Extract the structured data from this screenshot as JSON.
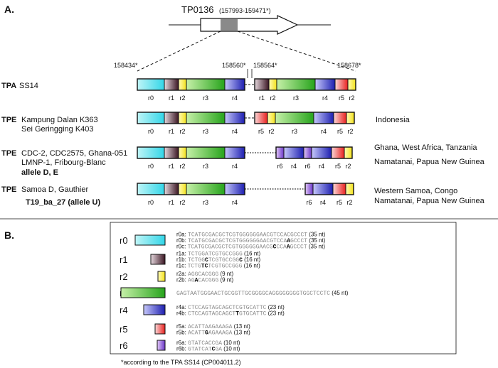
{
  "panel_a": {
    "label": "A.",
    "gene": {
      "name": "TP0136",
      "coords": "(157993-159471*)"
    },
    "positions": [
      "158434*",
      "158560*",
      "158564*",
      "158678*"
    ],
    "rows": [
      {
        "prefix": "TPA",
        "strains": "SS14",
        "strains2": "",
        "strains3": "",
        "bold_line": "",
        "locations": [],
        "labels": [
          "r0",
          "r1",
          "r2",
          "r3",
          "r4",
          "r1",
          "r2",
          "r3",
          "r4",
          "r5",
          "r2"
        ]
      },
      {
        "prefix": "TPE",
        "strains": "Kampung Dalan K363",
        "strains2": "Sei Geringging K403",
        "strains3": "",
        "bold_line": "",
        "locations": [
          "Indonesia"
        ],
        "labels": [
          "r0",
          "r1",
          "r2",
          "r3",
          "r4",
          "r5",
          "r2",
          "r3",
          "r4",
          "r5",
          "r2"
        ]
      },
      {
        "prefix": "TPE",
        "strains": "CDC-2, CDC2575, Ghana-051",
        "strains2": "LMNP-1, Fribourg-Blanc",
        "strains3": "",
        "bold_line": "allele D, E",
        "locations": [
          "Ghana, West Africa, Tanzania",
          "Namatanai, Papua New Guinea"
        ],
        "labels": [
          "r0",
          "r1",
          "r2",
          "r3",
          "r4",
          "r6",
          "r4",
          "r6",
          "r4",
          "r5",
          "r2"
        ]
      },
      {
        "prefix": "TPE",
        "strains": "Samoa D, Gauthier",
        "strains2": "",
        "strains3": "",
        "bold_line": "T19_ba_27 (allele U)",
        "locations": [
          "Western Samoa, Congo",
          "Namatanai, Papua New Guinea"
        ],
        "labels": [
          "r0",
          "r1",
          "r2",
          "r3",
          "r4",
          "r6",
          "r4",
          "r5",
          "r2"
        ]
      }
    ]
  },
  "panel_b": {
    "label": "B.",
    "regions": [
      {
        "name": "r0",
        "color_a": "#bff5f7",
        "color_b": "#33d6e8",
        "seqs": [
          {
            "id": "r0a:",
            "seq": "TCATGCGACGCTCGTGGGGGGAACGTCCACGCCCT",
            "bold": [],
            "len": "(35 nt)"
          },
          {
            "id": "r0b:",
            "seq": "TCATGCGACGCTCGTGGGGGGAACGTCCAAGCCCT",
            "bold": [
              29
            ],
            "len": "(35 nt)"
          },
          {
            "id": "r0c:",
            "seq": "TCATGCGACGCTCGTGGGGGGAACGCCCAAGCCCT",
            "bold": [
              25,
              29
            ],
            "len": "(35 nt)"
          }
        ]
      },
      {
        "name": "r1",
        "color_a": "#e6d8de",
        "color_b": "#3a1522",
        "seqs": [
          {
            "id": "r1a:",
            "seq": "TCTGGATCGTGCCGGG",
            "bold": [],
            "len": "(16 nt)"
          },
          {
            "id": "r1b:",
            "seq": "TCTGGCTCGTGCCGGC",
            "bold": [
              5,
              15
            ],
            "len": "(16 nt)"
          },
          {
            "id": "r1c:",
            "seq": "TCTGTCTCGTGCCGGG",
            "bold": [
              4,
              5
            ],
            "len": "(16 nt)"
          }
        ]
      },
      {
        "name": "r2",
        "color_a": "#fffbb8",
        "color_b": "#f4e21a",
        "seqs": [
          {
            "id": "r2a:",
            "seq": "AGGCACGGG",
            "bold": [],
            "len": "(9 nt)"
          },
          {
            "id": "r2b:",
            "seq": "AGACACGGG",
            "bold": [
              2
            ],
            "len": "(9 nt)"
          }
        ]
      },
      {
        "name": "r3",
        "color_a": "#c6f0a8",
        "color_b": "#27a41c",
        "seqs": [
          {
            "id": "",
            "seq": "GAGTAATGGGAACTGCGGTTGCGGGGCAGGGGGGGGTGGCTCCTC",
            "bold": [],
            "len": "(45 nt)"
          }
        ]
      },
      {
        "name": "r4",
        "color_a": "#c6c8fb",
        "color_b": "#1d1eb0",
        "seqs": [
          {
            "id": "r4a:",
            "seq": "CTCCAGTAGCAGCTCGTGCATTC",
            "bold": [],
            "len": "(23 nt)"
          },
          {
            "id": "r4b:",
            "seq": "CTCCAGTAGCAGCTTGTGCATTC",
            "bold": [
              14
            ],
            "len": "(23 nt)"
          }
        ]
      },
      {
        "name": "r5",
        "color_a": "#fbd8d8",
        "color_b": "#e8201e",
        "seqs": [
          {
            "id": "r5a:",
            "seq": "ACATTAAGAAAGA",
            "bold": [],
            "len": "(13 nt)"
          },
          {
            "id": "r5b:",
            "seq": "ACATTGAGAAAGA",
            "bold": [
              5
            ],
            "len": "(13 nt)"
          }
        ]
      },
      {
        "name": "r6",
        "color_a": "#e2c8f8",
        "color_b": "#6a36c8",
        "seqs": [
          {
            "id": "r6a:",
            "seq": "GTATCACCGA",
            "bold": [],
            "len": "(10 nt)"
          },
          {
            "id": "r6b:",
            "seq": "GTATCATCGA",
            "bold": [
              7
            ],
            "len": "(10 nt)"
          }
        ]
      }
    ],
    "footnote": "*according to the TPA SS14 (CP004011.2)"
  }
}
